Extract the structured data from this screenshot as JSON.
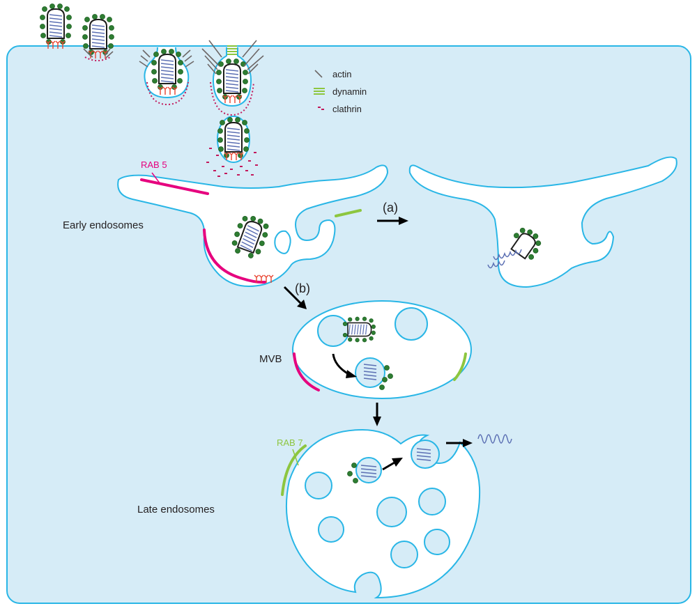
{
  "labels": {
    "early_endosomes": "Early endosomes",
    "mvb": "MVB",
    "late_endosomes": "Late endosomes",
    "rab5": "RAB 5",
    "rab7": "RAB 7",
    "path_a": "(a)",
    "path_b": "(b)"
  },
  "legend": {
    "actin": "actin",
    "dynamin": "dynamin",
    "clathrin": "clathrin"
  },
  "colors": {
    "cell_fill": "#d6ecf7",
    "membrane": "#29b6e6",
    "rab5": "#e6007e",
    "rab7": "#8dc63f",
    "dynamin": "#8dc63f",
    "clathrin": "#c2185b",
    "actin": "#6d6767",
    "virus_spike": "#2e7d32",
    "genome": "#5b6fb3",
    "receptor": "#e8412d"
  }
}
